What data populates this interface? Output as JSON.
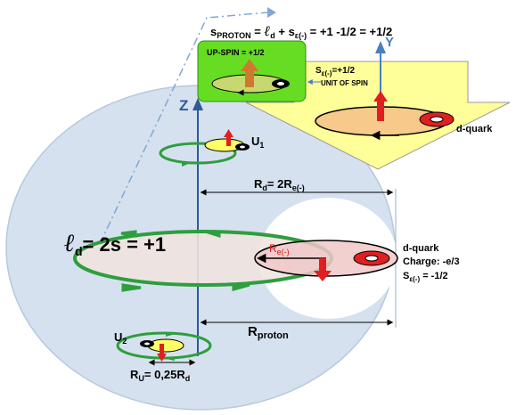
{
  "labels": {
    "formula_s": "s",
    "formula_proton_sub": "PROTON",
    "formula_eq": " = ",
    "formula_l": "ℓ",
    "formula_d_sub": "d",
    "formula_plus_s": " + s",
    "formula_eps_sub": "ε(-)",
    "formula_rest": " = +1 -1/2 = +1/2",
    "up_spin": "UP-SPIN = +1/2",
    "axis_y": "Y",
    "axis_z": "Z",
    "s_eps_s": "S",
    "s_eps_sub": "ε(-)",
    "s_eps_val": "=+1/2",
    "unit_of_spin": "UNIT OF SPIN",
    "d_quark_top": "d-quark",
    "u1_base": "U",
    "u1_sub": "1",
    "rd_base": "R",
    "rd_sub1": "d",
    "rd_mid": "= 2R",
    "rd_sub2": "e(-)",
    "ld_l": "ℓ",
    "ld_sub": "d",
    "ld_rest": "= 2s = +1",
    "re_base": "R",
    "re_sub": "e(-)",
    "d_quark_right": "d-quark",
    "charge": "Charge: -e/3",
    "s_eps2_s": "S",
    "s_eps2_sub": "ε(-)",
    "s_eps2_val": " = -1/2",
    "rproton_base": "R",
    "rproton_sub": "proton",
    "u2_base": "U",
    "u2_sub": "2",
    "ru_base": "R",
    "ru_sub1": "U",
    "ru_mid": "= 0,25R",
    "ru_sub2": "d"
  },
  "colors": {
    "proton_fill": "#d5e1ef",
    "proton_stroke": "#b8c8dc",
    "white_region": "#ffffff",
    "orbit_green": "#2e9e3e",
    "arrow_red": "#e02020",
    "arrow_orange": "#e07020",
    "yellow_panel": "#ffff99",
    "green_panel": "#66dd22",
    "axis_blue": "#4a7fc0",
    "dashdot": "#7fa8d8"
  }
}
